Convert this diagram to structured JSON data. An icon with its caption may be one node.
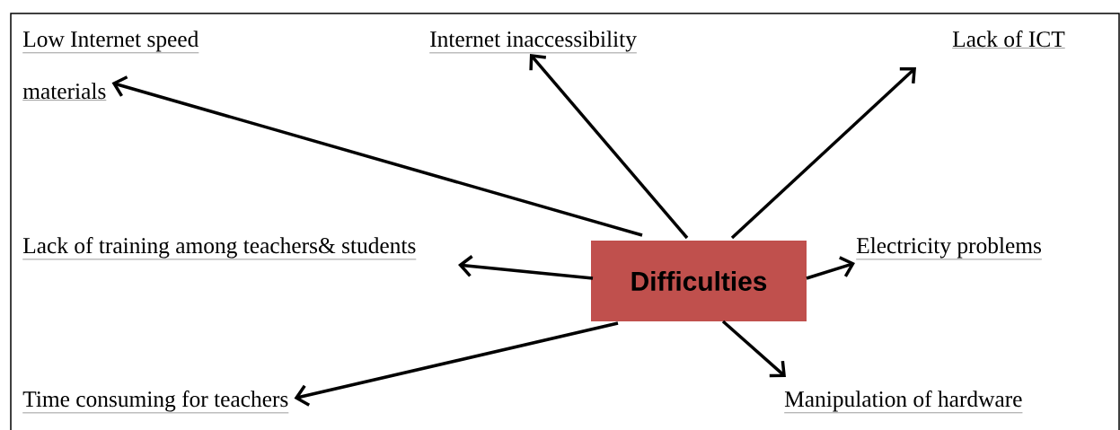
{
  "diagram": {
    "nodes": [
      {
        "text": [
          "Difficulties"
        ]
      },
      {
        "text": [
          "Low Internet speed"
        ]
      },
      {
        "text": [
          "materials"
        ]
      },
      {
        "text": [
          "Internet inaccessibility"
        ]
      },
      {
        "text": [
          "Lack of ICT"
        ]
      },
      {
        "text": [
          "Lack of training among teachers& students"
        ]
      },
      {
        "text": [
          "Electricity problems"
        ]
      },
      {
        "text": [
          "Time consuming for teachers"
        ]
      },
      {
        "text": [
          "Manipulation of hardware"
        ]
      }
    ],
    "edges": [
      {
        "from": 0,
        "to": 2,
        "arrow": "to"
      },
      {
        "from": 0,
        "to": 3,
        "arrow": "to"
      },
      {
        "from": 0,
        "to": 4,
        "arrow": "to"
      },
      {
        "from": 0,
        "to": 5,
        "arrow": "to"
      },
      {
        "from": 0,
        "to": 6,
        "arrow": "to"
      },
      {
        "from": 0,
        "to": 7,
        "arrow": "to"
      },
      {
        "from": 0,
        "to": 8,
        "arrow": "to"
      }
    ]
  }
}
